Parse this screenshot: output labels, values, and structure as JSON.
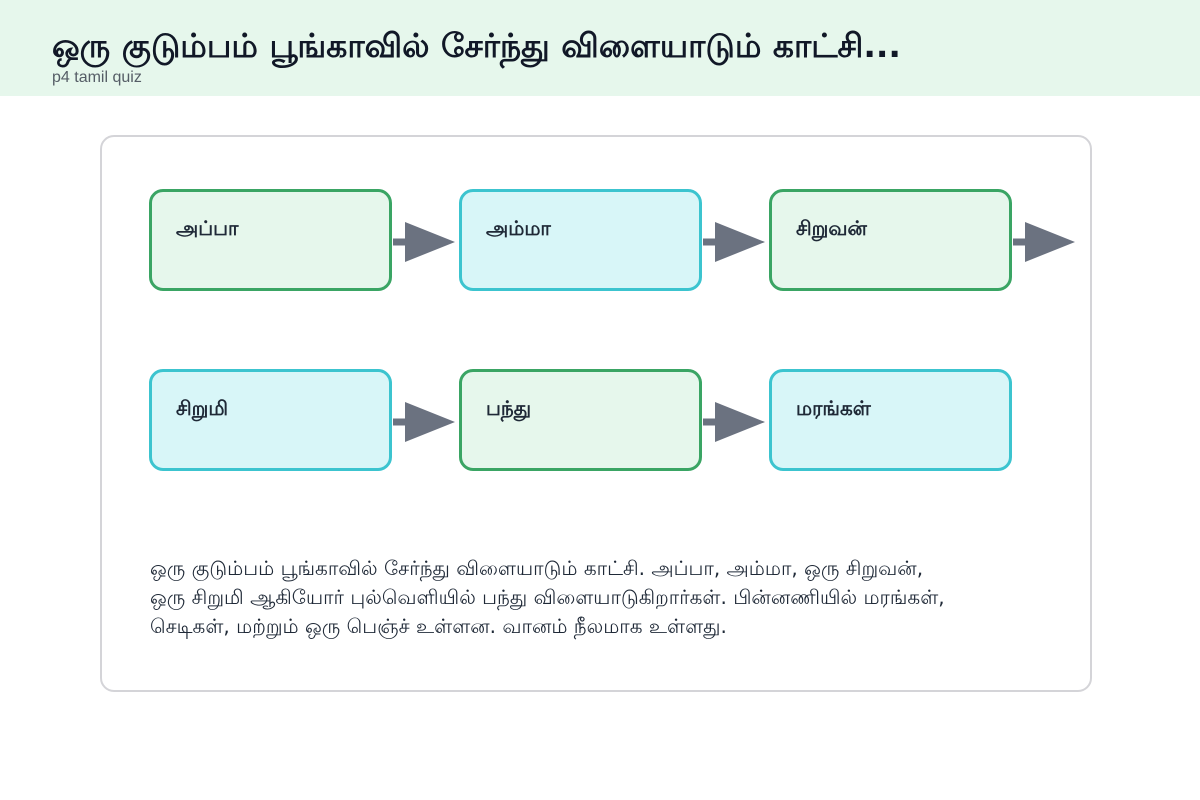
{
  "header": {
    "title": "ஒரு குடும்பம் பூங்காவில் சேர்ந்து விளையாடும் காட்சி...",
    "subtitle": "p4 tamil quiz"
  },
  "diagram": {
    "rows": [
      {
        "nodes": [
          {
            "label": "அப்பா",
            "color": "green"
          },
          {
            "label": "அம்மா",
            "color": "cyan"
          },
          {
            "label": "சிறுவன்",
            "color": "green"
          }
        ]
      },
      {
        "nodes": [
          {
            "label": "சிறுமி",
            "color": "cyan"
          },
          {
            "label": "பந்து",
            "color": "green"
          },
          {
            "label": "மரங்கள்",
            "color": "cyan"
          }
        ]
      }
    ],
    "colors": {
      "green_fill": "#e6f7ec",
      "green_border": "#3aa564",
      "cyan_fill": "#d8f6f8",
      "cyan_border": "#3cc4cf",
      "arrow": "#6b7280"
    }
  },
  "description": {
    "lines": [
      "ஒரு குடும்பம் பூங்காவில் சேர்ந்து விளையாடும் காட்சி. அப்பா, அம்மா, ஒரு சிறுவன்,",
      "ஒரு சிறுமி ஆகியோர் புல்வெளியில் பந்து விளையாடுகிறார்கள். பின்னணியில் மரங்கள்,",
      "செடிகள், மற்றும் ஒரு பெஞ்ச் உள்ளன. வானம் நீலமாக உள்ளது."
    ]
  }
}
